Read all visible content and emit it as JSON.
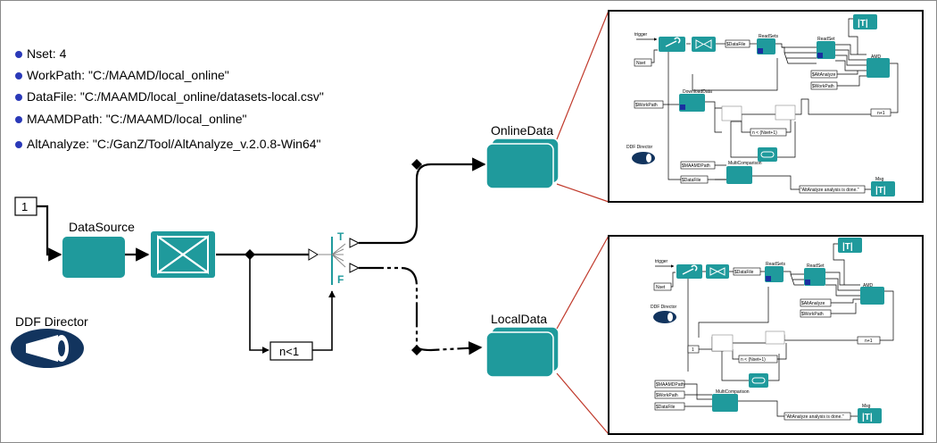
{
  "params": [
    "Nset: 4",
    "WorkPath: \"C:/MAAMD/local_online\"",
    "DataFile: \"C:/MAAMD/local_online/datasets-local.csv\"",
    "MAAMDPath: \"C:/MAAMD/local_online\"",
    "AltAnalyze: \"C:/GanZ/Tool/AltAnalyze_v.2.0.8-Win64\""
  ],
  "main": {
    "const_value": "1",
    "datasource_label": "DataSource",
    "switch_true": "T",
    "switch_false": "F",
    "condition": "n<1",
    "online_label": "OnlineData",
    "local_label": "LocalData",
    "director_label": "DDF Director"
  },
  "online": {
    "trigger": "trigger",
    "nset": "Nset",
    "datafile": "$DataFile",
    "readsets": "ReadSets",
    "readset": "ReadSet",
    "amd": "AMD",
    "altanalyze": "$AltAnalyze",
    "workpath": "$WorkPath",
    "workpath2": "$WorkPath",
    "download": "DownloadData",
    "director": "DDF Director",
    "cond": "n < (Nset+1)",
    "counter": "n+1",
    "maamdpath": "$MAAMDPath",
    "datafile2": "$DataFile",
    "multicomp": "MultiComparison",
    "msg": "Msg",
    "done": "\"AltAnalyze analysis is done.\"",
    "display": "|T|"
  },
  "local": {
    "trigger": "trigger",
    "nset": "Nset",
    "datafile": "$DataFile",
    "readsets": "ReadSets",
    "readset": "ReadSet",
    "amd": "AMD",
    "altanalyze": "$AltAnalyze",
    "workpath": "$WorkPath",
    "director": "DDF Director",
    "one": "1",
    "cond": "n < (Nset+1)",
    "counter": "n+1",
    "maamdpath": "$MAAMDPath",
    "workpath2": "$WorkPath",
    "datafile2": "$DataFile",
    "multicomp": "MultiComparison",
    "msg": "Msg",
    "done": "\"AltAnalyze analysis is done.\"",
    "display": "|T|"
  },
  "colors": {
    "teal": "#1f9a9c",
    "teal_dark": "#16797b",
    "navy": "#12345e",
    "param_dot": "#2a39b8",
    "callout_line": "#c0392b"
  }
}
